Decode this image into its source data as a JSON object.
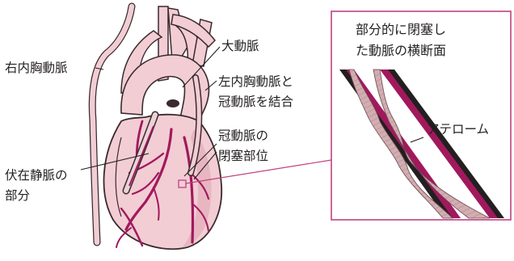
{
  "labels": {
    "left_itma": "右内胸動脈",
    "aorta": "大動脈",
    "itma_graft": [
      "左内胸動脈と",
      "冠動脈を結合"
    ],
    "occlusion_site": [
      "冠動脈の",
      "閉塞部位"
    ],
    "vein_graft": [
      "伏在静脈の",
      "部分"
    ],
    "inset_title": [
      "部分的に閉塞し",
      "た動脈の横断面"
    ],
    "atheroma": "アテローム"
  },
  "colors": {
    "heart_fill": "#f2cdd4",
    "heart_shadow": "#e0a7b3",
    "outline": "#3a2a2e",
    "artery": "#a1195c",
    "inset_border": "#c2407f",
    "plaque": "#cfa9ad"
  }
}
